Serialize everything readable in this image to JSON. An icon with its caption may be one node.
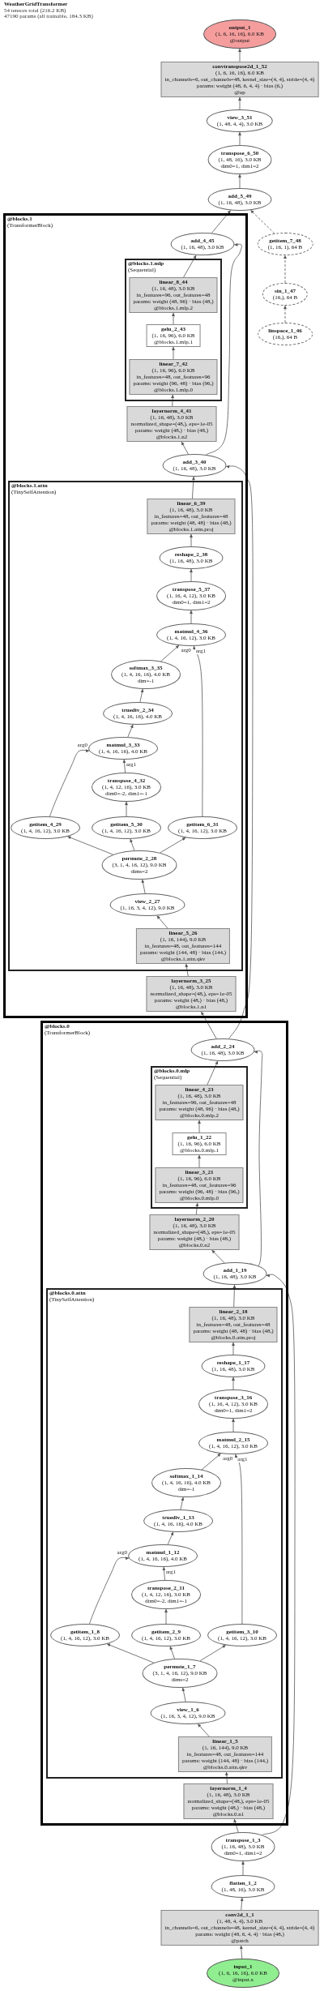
{
  "diagram": {
    "title": "WeatherGridTransformer",
    "labels": [
      "54 tensors total (216.2 KB)",
      "47190 params (all trainable, 184.3 KB)"
    ],
    "nodes": [
      {
        "text": [
          "output_1",
          "(1, 6, 16, 16), 6.0 KB",
          "@output"
        ]
      },
      {
        "text": [
          "convtranspose2d_1_52",
          "(1, 6, 16, 16), 6.0 KB",
          "in_channels=6, out_channels=48, kernel_size=(4, 4), stride=(4, 4)",
          "params: weight (48, 6, 4, 4) · bias (6,)",
          "@up"
        ]
      },
      {
        "text": [
          "view_3_51",
          "(1, 48, 4, 4), 3.0 KB"
        ]
      },
      {
        "text": [
          "transpose_6_50",
          "(1, 48, 16), 3.0 KB",
          "dim0=1, dim1=2"
        ]
      },
      {
        "text": [
          "add_5_49",
          "(1, 16, 48), 3.0 KB"
        ]
      },
      {
        "text": [
          "@blocks.1",
          "(TransformerBlock)"
        ]
      },
      {
        "text": [
          "add_4_45",
          "(1, 16, 48), 3.0 KB"
        ],
        "in": 5
      },
      {
        "text": [
          "getitem_7_48",
          "(1, 16, 1), 64 B"
        ]
      },
      {
        "text": [
          "@blocks.1.mlp",
          "(Sequential)"
        ],
        "in": 5
      },
      {
        "text": [
          "linear_8_44",
          "(1, 16, 48), 3.0 KB",
          "in_features=96, out_features=48",
          "params: weight (48, 96) · bias (48,)",
          "@blocks.1.mlp.2"
        ],
        "in": 8
      },
      {
        "text": [
          "sin_1_47",
          "(16,), 64 B"
        ]
      },
      {
        "text": [
          "gelu_2_43",
          "(1, 16, 96), 6.0 KB",
          "@blocks.1.mlp.1"
        ],
        "in": 8
      },
      {
        "text": [
          "linspace_1_46",
          "(16,), 64 B"
        ]
      },
      {
        "text": [
          "linear_7_42",
          "(1, 16, 96), 6.0 KB",
          "in_features=48, out_features=96",
          "params: weight (96, 48) · bias (96,)",
          "@blocks.1.mlp.0"
        ],
        "in": 8
      },
      {
        "text": [
          "layernorm_4_41",
          "(1, 16, 48), 3.0 KB",
          "normalized_shape=(48,), eps=1e-05",
          "params: weight (48,) · bias (48,)",
          "@blocks.1.n2"
        ],
        "in": 5
      },
      {
        "text": [
          "add_3_40",
          "(1, 16, 48), 3.0 KB"
        ],
        "in": 5
      },
      {
        "text": [
          "@blocks.1.attn",
          "(TinySelfAttention)"
        ],
        "in": 5
      },
      {
        "text": [
          "linear_6_39",
          "(1, 16, 48), 3.0 KB",
          "in_features=48, out_features=48",
          "params: weight (48, 48) · bias (48,)",
          "@blocks.1.attn.proj"
        ],
        "in": 16
      },
      {
        "text": [
          "reshape_2_38",
          "(1, 16, 48), 3.0 KB"
        ],
        "in": 16
      },
      {
        "text": [
          "transpose_5_37",
          "(1, 16, 4, 12), 3.0 KB",
          "dim0=1, dim1=2"
        ],
        "in": 16
      },
      {
        "text": [
          "matmul_4_36",
          "(1, 4, 16, 12), 3.0 KB"
        ],
        "in": 16
      },
      {
        "text": [
          "softmax_3_35",
          "(1, 4, 16, 16), 4.0 KB",
          "dim=-1"
        ],
        "in": 16
      },
      {
        "text": [
          "truediv_2_34",
          "(1, 4, 16, 16), 4.0 KB"
        ],
        "in": 16
      },
      {
        "text": [
          "matmul_3_33",
          "(1, 4, 16, 16), 4.0 KB"
        ],
        "in": 16
      },
      {
        "text": [
          "transpose_4_32",
          "(1, 4, 12, 16), 3.0 KB",
          "dim0=-2, dim1=-1"
        ],
        "in": 16
      },
      {
        "text": [
          "getitem_4_29",
          "(1, 4, 16, 12), 3.0 KB"
        ],
        "in": 16
      },
      {
        "text": [
          "getitem_5_30",
          "(1, 4, 16, 12), 3.0 KB"
        ],
        "in": 16
      },
      {
        "text": [
          "getitem_6_31",
          "(1, 4, 16, 12), 3.0 KB"
        ],
        "in": 16
      },
      {
        "text": [
          "permute_2_28",
          "(3, 1, 4, 16, 12), 9.0 KB",
          "dims=2"
        ],
        "in": 16
      },
      {
        "text": [
          "view_2_27",
          "(1, 16, 3, 4, 12), 9.0 KB"
        ],
        "in": 16
      },
      {
        "text": [
          "linear_5_26",
          "(1, 16, 144), 9.0 KB",
          "in_features=48, out_features=144",
          "params: weight (144, 48) · bias (144,)",
          "@blocks.1.attn.qkv"
        ],
        "in": 16
      },
      {
        "text": [
          "layernorm_3_25",
          "(1, 16, 48), 3.0 KB",
          "normalized_shape=(48,), eps=1e-05",
          "params: weight (48,) · bias (48,)",
          "@blocks.1.n1"
        ],
        "in": 5
      },
      {
        "text": [
          "@blocks.0",
          "(TransformerBlock)"
        ]
      },
      {
        "text": [
          "add_2_24",
          "(1, 16, 48), 3.0 KB"
        ],
        "in": 32
      },
      {
        "text": [
          "@blocks.0.mlp",
          "(Sequential)"
        ],
        "in": 32
      },
      {
        "text": [
          "linear_4_23",
          "(1, 16, 48), 3.0 KB",
          "in_features=96, out_features=48",
          "params: weight (48, 96) · bias (48,)",
          "@blocks.0.mlp.2"
        ],
        "in": 34
      },
      {
        "text": [
          "gelu_1_22",
          "(1, 16, 96), 6.0 KB",
          "@blocks.0.mlp.1"
        ],
        "in": 34
      },
      {
        "text": [
          "linear_3_21",
          "(1, 16, 96), 6.0 KB",
          "in_features=48, out_features=96",
          "params: weight (96, 48) · bias (96,)",
          "@blocks.0.mlp.0"
        ],
        "in": 34
      },
      {
        "text": [
          "layernorm_2_20",
          "(1, 16, 48), 3.0 KB",
          "normalized_shape=(48,), eps=1e-05",
          "params: weight (48,) · bias (48,)",
          "@blocks.0.n2"
        ],
        "in": 32
      },
      {
        "text": [
          "add_1_19",
          "(1, 16, 48), 3.0 KB"
        ],
        "in": 32
      },
      {
        "text": [
          "@blocks.0.attn",
          "(TinySelfAttention)"
        ],
        "in": 32
      },
      {
        "text": [
          "linear_2_18",
          "(1, 16, 48), 3.0 KB",
          "in_features=48, out_features=48",
          "params: weight (48, 48) · bias (48,)",
          "@blocks.0.attn.proj"
        ],
        "in": 40
      },
      {
        "text": [
          "reshape_1_17",
          "(1, 16, 48), 3.0 KB"
        ],
        "in": 40
      },
      {
        "text": [
          "transpose_3_16",
          "(1, 16, 4, 12), 3.0 KB",
          "dim0=1, dim1=2"
        ],
        "in": 40
      },
      {
        "text": [
          "matmul_2_15",
          "(1, 4, 16, 12), 3.0 KB"
        ],
        "in": 40
      },
      {
        "text": [
          "softmax_1_14",
          "(1, 4, 16, 16), 4.0 KB",
          "dim=-1"
        ],
        "in": 40
      },
      {
        "text": [
          "truediv_1_13",
          "(1, 4, 16, 16), 4.0 KB"
        ],
        "in": 40
      },
      {
        "text": [
          "matmul_1_12",
          "(1, 4, 16, 16), 4.0 KB"
        ],
        "in": 40
      },
      {
        "text": [
          "transpose_2_11",
          "(1, 4, 12, 16), 3.0 KB",
          "dim0=-2, dim1=-1"
        ],
        "in": 40
      },
      {
        "text": [
          "getitem_1_8",
          "(1, 4, 16, 12), 3.0 KB"
        ],
        "in": 40
      },
      {
        "text": [
          "getitem_2_9",
          "(1, 4, 16, 12), 3.0 KB"
        ],
        "in": 40
      },
      {
        "text": [
          "getitem_3_10",
          "(1, 4, 16, 12), 3.0 KB"
        ],
        "in": 40
      },
      {
        "text": [
          "permute_1_7",
          "(3, 1, 4, 16, 12), 9.0 KB",
          "dims=2"
        ],
        "in": 40
      },
      {
        "text": [
          "view_1_6",
          "(1, 16, 3, 4, 12), 9.0 KB"
        ],
        "in": 40
      },
      {
        "text": [
          "linear_1_5",
          "(1, 16, 144), 9.0 KB",
          "in_features=48, out_features=144",
          "params: weight (144, 48) · bias (144,)",
          "@blocks.0.attn.qkv"
        ],
        "in": 40
      },
      {
        "text": [
          "layernorm_1_4",
          "(1, 16, 48), 3.0 KB",
          "normalized_shape=(48,), eps=1e-05",
          "params: weight (48,) · bias (48,)",
          "@blocks.0.n1"
        ],
        "in": 32
      },
      {
        "text": [
          "transpose_1_3",
          "(1, 16, 48), 3.0 KB",
          "dim0=1, dim1=2"
        ]
      },
      {
        "text": [
          "flatten_1_2",
          "(1, 48, 16), 3.0 KB"
        ]
      },
      {
        "text": [
          "conv2d_1_1",
          "(1, 48, 4, 4), 3.0 KB",
          "in_channels=6, out_channels=48, kernel_size=(4, 4), stride=(4, 4)",
          "params: weight (48, 6, 4, 4) · bias (48,)",
          "@patch"
        ]
      },
      {
        "text": [
          "input_1",
          "(1, 6, 16, 16), 6.0 KB",
          "@input.x"
        ]
      }
    ],
    "edges": [
      {
        "from": 59,
        "to": 58,
        "arrow": "to"
      },
      {
        "from": 58,
        "to": 57,
        "arrow": "to"
      },
      {
        "from": 57,
        "to": 56,
        "arrow": "to"
      },
      {
        "from": 56,
        "to": 55,
        "arrow": "to"
      },
      {
        "from": 56,
        "to": 39,
        "arrow": "to"
      },
      {
        "from": 55,
        "to": 54,
        "arrow": "to"
      },
      {
        "from": 54,
        "to": 53,
        "arrow": "to"
      },
      {
        "from": 53,
        "to": 52,
        "arrow": "to"
      },
      {
        "from": 52,
        "to": 49,
        "arrow": "to"
      },
      {
        "from": 52,
        "to": 50,
        "arrow": "to"
      },
      {
        "from": 52,
        "to": 51,
        "arrow": "to"
      },
      {
        "from": 50,
        "to": 48,
        "arrow": "to"
      },
      {
        "from": 49,
        "to": 47,
        "arrow": "to",
        "label": "arg0"
      },
      {
        "from": 48,
        "to": 47,
        "arrow": "to",
        "label": "arg1"
      },
      {
        "from": 47,
        "to": 46,
        "arrow": "to"
      },
      {
        "from": 46,
        "to": 45,
        "arrow": "to"
      },
      {
        "from": 45,
        "to": 44,
        "arrow": "to",
        "label": "arg0"
      },
      {
        "from": 51,
        "to": 44,
        "arrow": "to",
        "label": "arg1"
      },
      {
        "from": 44,
        "to": 43,
        "arrow": "to"
      },
      {
        "from": 43,
        "to": 42,
        "arrow": "to"
      },
      {
        "from": 42,
        "to": 41,
        "arrow": "to"
      },
      {
        "from": 41,
        "to": 39,
        "arrow": "to"
      },
      {
        "from": 39,
        "to": 38,
        "arrow": "to"
      },
      {
        "from": 39,
        "to": 33,
        "arrow": "to"
      },
      {
        "from": 38,
        "to": 37,
        "arrow": "to"
      },
      {
        "from": 37,
        "to": 36,
        "arrow": "to"
      },
      {
        "from": 36,
        "to": 35,
        "arrow": "to"
      },
      {
        "from": 35,
        "to": 33,
        "arrow": "to"
      },
      {
        "from": 33,
        "to": 31,
        "arrow": "to"
      },
      {
        "from": 33,
        "to": 15,
        "arrow": "to"
      },
      {
        "from": 31,
        "to": 30,
        "arrow": "to"
      },
      {
        "from": 30,
        "to": 29,
        "arrow": "to"
      },
      {
        "from": 29,
        "to": 28,
        "arrow": "to"
      },
      {
        "from": 28,
        "to": 25,
        "arrow": "to"
      },
      {
        "from": 28,
        "to": 26,
        "arrow": "to"
      },
      {
        "from": 28,
        "to": 27,
        "arrow": "to"
      },
      {
        "from": 26,
        "to": 24,
        "arrow": "to"
      },
      {
        "from": 25,
        "to": 23,
        "arrow": "to",
        "label": "arg0"
      },
      {
        "from": 24,
        "to": 23,
        "arrow": "to",
        "label": "arg1"
      },
      {
        "from": 23,
        "to": 22,
        "arrow": "to"
      },
      {
        "from": 22,
        "to": 21,
        "arrow": "to"
      },
      {
        "from": 21,
        "to": 20,
        "arrow": "to",
        "label": "arg0"
      },
      {
        "from": 27,
        "to": 20,
        "arrow": "to",
        "label": "arg1"
      },
      {
        "from": 20,
        "to": 19,
        "arrow": "to"
      },
      {
        "from": 19,
        "to": 18,
        "arrow": "to"
      },
      {
        "from": 18,
        "to": 17,
        "arrow": "to"
      },
      {
        "from": 17,
        "to": 15,
        "arrow": "to"
      },
      {
        "from": 15,
        "to": 14,
        "arrow": "to"
      },
      {
        "from": 15,
        "to": 6,
        "arrow": "to"
      },
      {
        "from": 14,
        "to": 13,
        "arrow": "to"
      },
      {
        "from": 13,
        "to": 11,
        "arrow": "to"
      },
      {
        "from": 11,
        "to": 9,
        "arrow": "to"
      },
      {
        "from": 9,
        "to": 6,
        "arrow": "to"
      },
      {
        "from": 6,
        "to": 4,
        "arrow": "to"
      },
      {
        "from": 12,
        "to": 10,
        "arrow": "to",
        "style": "dashed"
      },
      {
        "from": 10,
        "to": 7,
        "arrow": "to",
        "style": "dashed"
      },
      {
        "from": 7,
        "to": 4,
        "arrow": "to",
        "style": "dashed"
      },
      {
        "from": 4,
        "to": 3,
        "arrow": "to"
      },
      {
        "from": 3,
        "to": 2,
        "arrow": "to"
      },
      {
        "from": 2,
        "to": 1,
        "arrow": "to"
      },
      {
        "from": 1,
        "to": 0,
        "arrow": "to"
      }
    ]
  }
}
